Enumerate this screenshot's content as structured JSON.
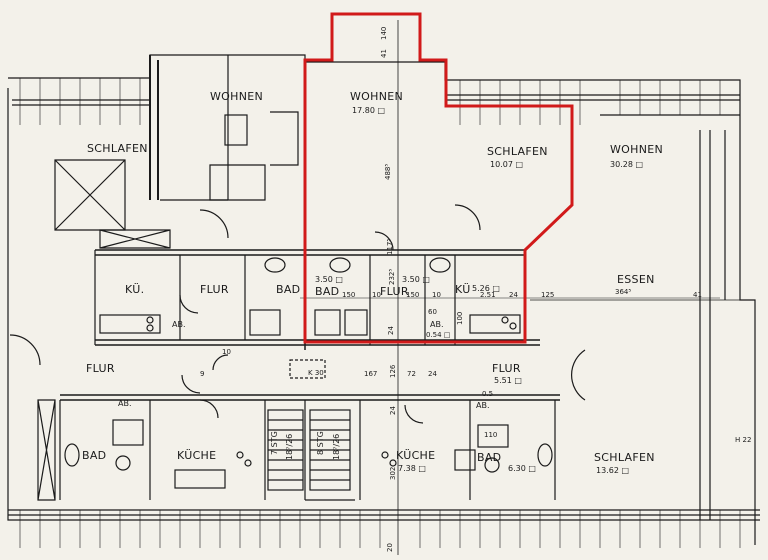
{
  "rooms": {
    "wohnen_left": "WOHNEN",
    "wohnen_center": "WOHNEN",
    "wohnen_center_area": "17.80 □",
    "schlafen_left": "SCHLAFEN",
    "schlafen_center": "SCHLAFEN",
    "schlafen_center_area": "10.07 □",
    "wohnen_right": "WOHNEN",
    "wohnen_right_area": "30.28 □",
    "essen": "ESSEN",
    "ku_left": "KÜ.",
    "flur_upper_left": "FLUR",
    "bad_upper_left": "BAD",
    "bad_upper_center": "BAD",
    "bad_upper_center_area": "3.50 □",
    "flur_upper_center": "FLUR",
    "flur_upper_center_area": "3.50 □",
    "ku_center": "KÜ",
    "ku_center_area": "5.26 □",
    "ab_left": "AB.",
    "ab_center": "AB.",
    "ab_center_area": "0.54 □",
    "flur_lower_left": "FLUR",
    "flur_lower_right": "FLUR",
    "flur_lower_right_area": "5.51 □",
    "ab_lower_left": "AB.",
    "ab_lower_right": "AB.",
    "bad_lower_left": "BAD",
    "kuche_lower_left": "KÜCHE",
    "kuche_lower_center": "KÜCHE",
    "kuche_lower_center_area": "7.38 □",
    "bad_lower_right": "BAD",
    "bad_lower_right_area": "6.30 □",
    "schlafen_lower_right": "SCHLAFEN",
    "schlafen_lower_right_area": "13.62 □",
    "stg7": "7 STG",
    "stg7_dim": "18⁷/26",
    "stg8": "8 STG",
    "stg8_dim": "18⁷/26"
  },
  "dimensions": {
    "d140": "140",
    "d41_top": "41",
    "d4885": "488⁵",
    "d1175": "117⁵",
    "d2325": "232⁵",
    "d150_a": "150",
    "d10_a": "10",
    "d150_b": "150",
    "d10_b": "10",
    "d251": "2.51",
    "d24_a": "24",
    "d125": "125",
    "d3645": "364⁵",
    "d41_right": "41",
    "d60": "60",
    "d100": "100",
    "d24_b": "24",
    "d10_c": "10",
    "d9": "9",
    "k30": "K 30",
    "d167": "167",
    "d126": "126",
    "d72": "72",
    "d24_c": "24",
    "d24_d": "24",
    "d05": "0.5",
    "d110": "110",
    "d302": "302",
    "d20": "20",
    "h22": "H 22"
  },
  "colors": {
    "highlight": "#d11a1a",
    "line": "#1b1b1b",
    "paper": "#f3f1ea"
  }
}
